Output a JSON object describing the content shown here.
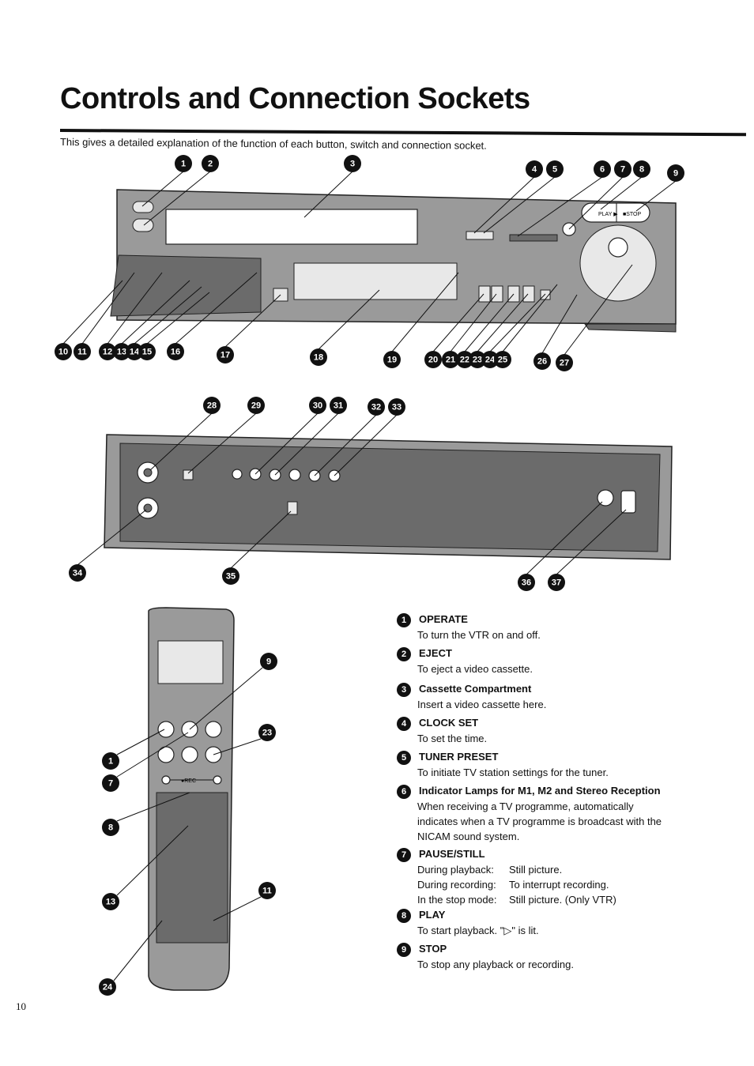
{
  "page": {
    "title": "Controls and Connection Sockets",
    "intro": "This gives a detailed explanation of the function of each button, switch and connection socket.",
    "page_number": "10"
  },
  "front_panel": {
    "callouts_top": [
      "1",
      "2",
      "3",
      "4",
      "5",
      "6",
      "7",
      "8",
      "9"
    ],
    "callouts_bottom": [
      "10",
      "11",
      "12",
      "13",
      "14",
      "15",
      "16",
      "17",
      "18",
      "19",
      "20",
      "21",
      "22",
      "23",
      "24",
      "25",
      "26",
      "27"
    ],
    "button_labels": {
      "play": "PLAY ▶",
      "stop": "■STOP"
    }
  },
  "rear_panel": {
    "callouts_top": [
      "28",
      "29",
      "30",
      "31",
      "32",
      "33"
    ],
    "callouts_bottom": [
      "34",
      "35",
      "36",
      "37"
    ]
  },
  "remote": {
    "callouts_left": [
      "1",
      "7",
      "8",
      "13",
      "24"
    ],
    "callouts_right": [
      "9",
      "23",
      "11"
    ],
    "rec_label": "●REC"
  },
  "items": [
    {
      "num": "1",
      "title": "OPERATE",
      "lines": [
        "To turn the VTR on and off."
      ]
    },
    {
      "num": "2",
      "title": "EJECT",
      "lines": [
        "To eject a video cassette."
      ]
    },
    {
      "num": "3",
      "title": "Cassette Compartment",
      "lines": [
        "Insert a video cassette here."
      ]
    },
    {
      "num": "4",
      "title": "CLOCK SET",
      "lines": [
        "To set the time."
      ]
    },
    {
      "num": "5",
      "title": "TUNER PRESET",
      "lines": [
        "To initiate TV station settings for the tuner."
      ]
    },
    {
      "num": "6",
      "title": "Indicator Lamps for M1, M2 and Stereo Reception",
      "lines": [
        "When receiving a TV programme, automatically",
        "indicates when a TV programme is broadcast with the",
        "NICAM sound system."
      ]
    },
    {
      "num": "7",
      "title": "PAUSE/STILL",
      "rows": [
        [
          "During playback:",
          "Still picture."
        ],
        [
          "During recording:",
          "To interrupt recording."
        ],
        [
          "In the stop mode:",
          "Still picture. (Only VTR)"
        ]
      ]
    },
    {
      "num": "8",
      "title": "PLAY",
      "lines": [
        "To start playback. \"▷\" is lit."
      ]
    },
    {
      "num": "9",
      "title": "STOP",
      "lines": [
        "To stop any playback or recording."
      ]
    }
  ]
}
